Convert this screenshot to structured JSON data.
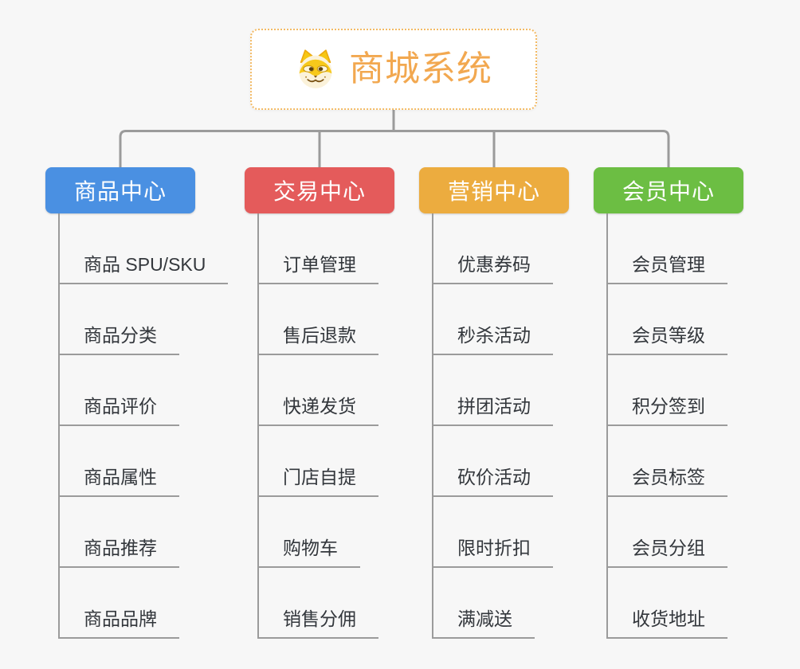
{
  "root": {
    "title": "商城系统",
    "icon": "dog-icon",
    "accent_color": "#f2a850",
    "border_color": "#f3ba64"
  },
  "line_color": "#9b9b9b",
  "branches": [
    {
      "label": "商品中心",
      "color": "#4a90e2",
      "items": [
        "商品 SPU/SKU",
        "商品分类",
        "商品评价",
        "商品属性",
        "商品推荐",
        "商品品牌"
      ]
    },
    {
      "label": "交易中心",
      "color": "#e45b5b",
      "items": [
        "订单管理",
        "售后退款",
        "快递发货",
        "门店自提",
        "购物车",
        "销售分佣"
      ]
    },
    {
      "label": "营销中心",
      "color": "#ecac3f",
      "items": [
        "优惠券码",
        "秒杀活动",
        "拼团活动",
        "砍价活动",
        "限时折扣",
        "满减送"
      ]
    },
    {
      "label": "会员中心",
      "color": "#6cbe43",
      "items": [
        "会员管理",
        "会员等级",
        "积分签到",
        "会员标签",
        "会员分组",
        "收货地址"
      ]
    }
  ]
}
